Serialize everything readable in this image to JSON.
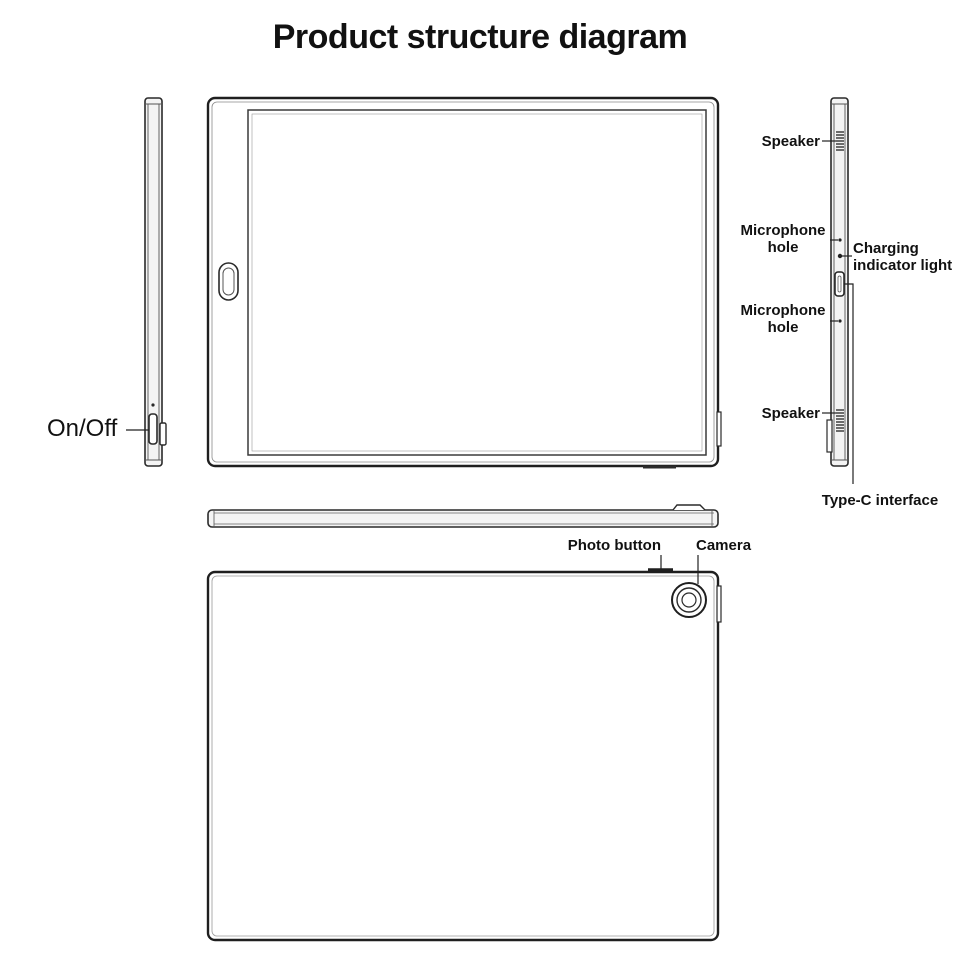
{
  "title": "Product structure diagram",
  "labels": {
    "on_off": "On/Off",
    "speaker_top": "Speaker",
    "microphone_hole_top": "Microphone hole",
    "charging_indicator_light": "Charging indicator light",
    "microphone_hole_bottom": "Microphone hole",
    "speaker_bottom": "Speaker",
    "type_c_interface": "Type-C interface",
    "photo_button": "Photo button",
    "camera": "Camera"
  },
  "colors": {
    "outline": "#2a2a2a",
    "body_fill": "#ffffff",
    "side_fill": "#f2f2f2",
    "text": "#111111"
  }
}
